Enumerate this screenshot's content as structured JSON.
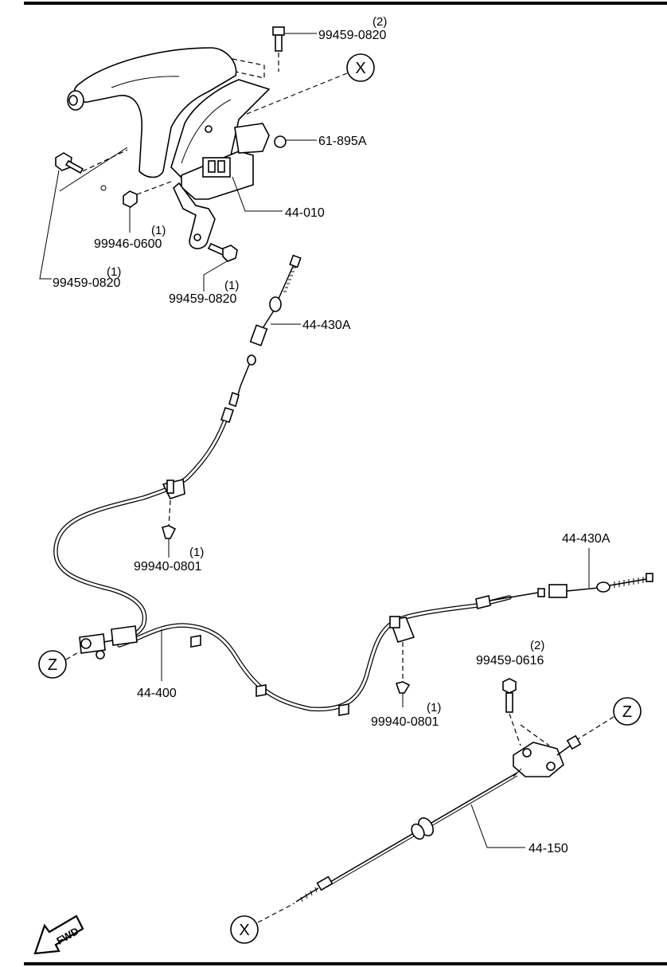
{
  "parts": {
    "bolt_top": {
      "number": "99459-0820",
      "qty": "(2)"
    },
    "clip": {
      "number": "61-895A"
    },
    "lever_assembly": {
      "number": "44-010"
    },
    "nut": {
      "number": "99946-0600",
      "qty": "(1)"
    },
    "bolt_left": {
      "number": "99459-0820",
      "qty": "(1)"
    },
    "bolt_bottom": {
      "number": "99459-0820",
      "qty": "(1)"
    },
    "cable_adjuster_front": {
      "number": "44-430A"
    },
    "grommet_left": {
      "number": "99940-0801",
      "qty": "(1)"
    },
    "cable_adjuster_rear": {
      "number": "44-430A"
    },
    "bolt_equalizer": {
      "number": "99459-0616",
      "qty": "(2)"
    },
    "rear_cable": {
      "number": "44-400"
    },
    "grommet_right": {
      "number": "99940-0801",
      "qty": "(1)"
    },
    "front_cable": {
      "number": "44-150"
    }
  },
  "callouts": {
    "x_top": "X",
    "z_left": "Z",
    "z_right": "Z",
    "x_bottom": "X"
  },
  "fwd_label": "FWD"
}
